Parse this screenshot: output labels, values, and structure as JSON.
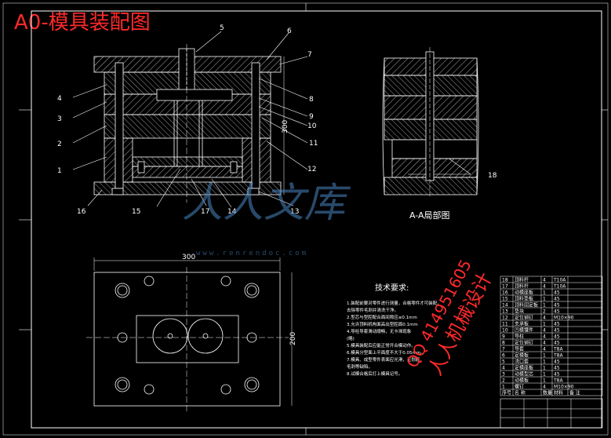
{
  "title": "A0-模具装配图",
  "section_label": "A-A局部图",
  "tech_heading": "技术要求:",
  "tech_notes": [
    "1.装配前要对零件进行测量，合格零件才可装配，",
    "  去除零件毛刺并清洗干净。",
    "2.型芯与型腔配合面间隙应≤0.1mm",
    "3.允许顶料机构面高出型腔面0.1mm",
    "4.导柱导套滑动顺畅，无卡滞现象",
    "  (略)",
    "5.模具装配后应能正常开合模动作。",
    "6.模具分型面上平面度不大于0.05mm。",
    "7.模具、成型零件表面应光滑，无划痕、",
    "  毛刺等缺陷。",
    "8.试模合格后打上模具记号。"
  ],
  "dims": {
    "width": "300",
    "height": "200",
    "side": "300"
  },
  "callouts": [
    "1",
    "2",
    "3",
    "4",
    "5",
    "6",
    "7",
    "8",
    "9",
    "10",
    "11",
    "12",
    "13",
    "14",
    "15",
    "16",
    "17",
    "18"
  ],
  "bom_rows": [
    [
      "18",
      "顶料杆",
      "4",
      "T10A"
    ],
    [
      "17",
      "顶料杆",
      "4",
      "T10A"
    ],
    [
      "16",
      "动模座板",
      "1",
      "45"
    ],
    [
      "15",
      "顶料垫板",
      "1",
      "45"
    ],
    [
      "14",
      "顶料固定板",
      "1",
      "45"
    ],
    [
      "13",
      "垫块",
      "2",
      "45"
    ],
    [
      "12",
      "定位销钉",
      "4",
      "M10×90"
    ],
    [
      "11",
      "支承板",
      "1",
      "45"
    ],
    [
      "10",
      "凹模镶件",
      "4",
      "45"
    ],
    [
      "9",
      "导柱",
      "4",
      "45"
    ],
    [
      "8",
      "定位销钉",
      "4",
      "45"
    ],
    [
      "7",
      "导套",
      "4",
      "T8A"
    ],
    [
      "6",
      "定模板",
      "1",
      "T8A"
    ],
    [
      "5",
      "浇口套",
      "1",
      "45"
    ],
    [
      "4",
      "定模座板",
      "1",
      "45"
    ],
    [
      "3",
      "动模型芯",
      "1",
      "45"
    ],
    [
      "2",
      "动模板",
      "1",
      "T8A"
    ],
    [
      "1",
      "螺钉",
      "4",
      "M10×90"
    ]
  ],
  "bom_header": [
    "序号",
    "名 称",
    "数量",
    "材料",
    "备 注"
  ],
  "watermark": {
    "site": "www.renrendoc.com",
    "brand": "人人文库",
    "qq": "QQ 414951605",
    "text": "人人机械设计"
  },
  "colors": {
    "background": "#000000",
    "lines": "#ffffff",
    "accent": "#ff2a2a",
    "watermark": "#4a87c4"
  }
}
